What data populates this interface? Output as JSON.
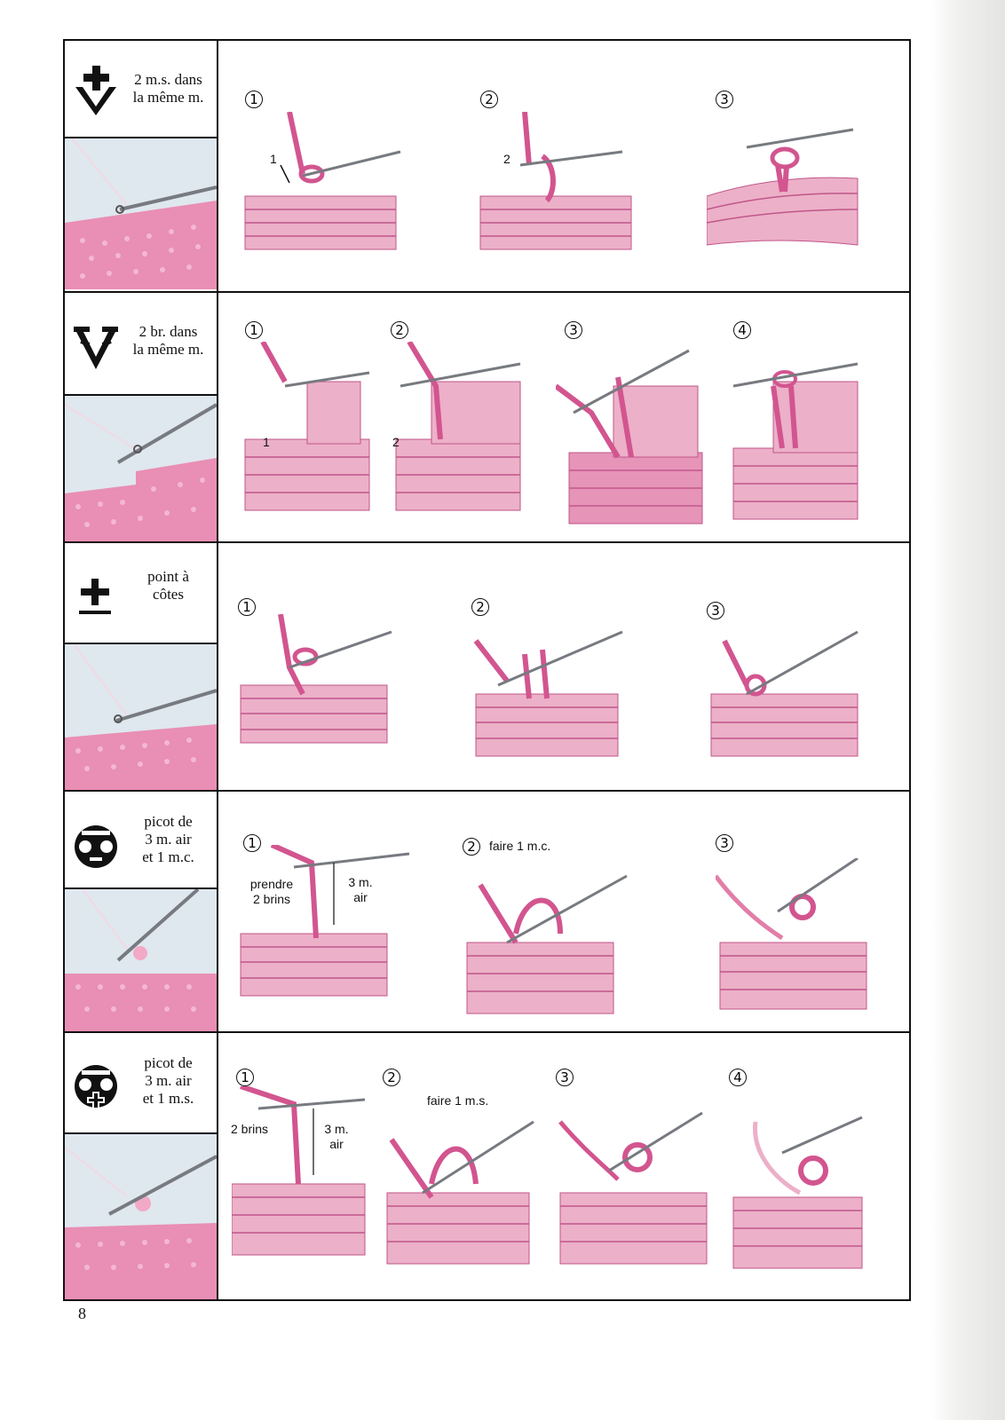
{
  "page_number": "8",
  "colors": {
    "yarn": "#d2558f",
    "yarn_light": "#ecb0c8",
    "fabric": "#e27ea8",
    "photo_bg": "#dde6ee",
    "hook": "#7a7c80"
  },
  "rows": [
    {
      "symbol_icon": "increase-dc-sc-icon",
      "label_lines": [
        "2 m.s. dans",
        "la même m."
      ],
      "steps": [
        {
          "number": "1",
          "caption": "",
          "arrow_label": "1"
        },
        {
          "number": "2",
          "caption": "",
          "arrow_label": "2"
        },
        {
          "number": "3",
          "caption": ""
        }
      ]
    },
    {
      "symbol_icon": "increase-tr-icon",
      "label_lines": [
        "2 br. dans",
        "la même m."
      ],
      "steps": [
        {
          "number": "1",
          "caption": "",
          "arrow_label": "1"
        },
        {
          "number": "2",
          "caption": "",
          "arrow_label": "2"
        },
        {
          "number": "3",
          "caption": ""
        },
        {
          "number": "4",
          "caption": ""
        }
      ]
    },
    {
      "symbol_icon": "ribbed-stitch-icon",
      "label_lines": [
        "point à",
        "côtes"
      ],
      "steps": [
        {
          "number": "1",
          "caption": ""
        },
        {
          "number": "2",
          "caption": ""
        },
        {
          "number": "3",
          "caption": ""
        }
      ]
    },
    {
      "symbol_icon": "picot-slip-stitch-icon",
      "label_lines": [
        "picot de",
        "3 m. air",
        "et 1 m.c."
      ],
      "steps": [
        {
          "number": "1",
          "caption": "",
          "note_left": [
            "prendre",
            "2 brins"
          ],
          "note_right": [
            "3 m.",
            "air"
          ]
        },
        {
          "number": "2",
          "caption": "faire 1 m.c."
        },
        {
          "number": "3",
          "caption": ""
        }
      ]
    },
    {
      "symbol_icon": "picot-single-crochet-icon",
      "label_lines": [
        "picot de",
        "3 m. air",
        "et 1 m.s."
      ],
      "steps": [
        {
          "number": "1",
          "caption": "",
          "note_left": [
            "2 brins"
          ],
          "note_right": [
            "3 m.",
            "air"
          ]
        },
        {
          "number": "2",
          "caption": "faire 1 m.s."
        },
        {
          "number": "3",
          "caption": ""
        },
        {
          "number": "4",
          "caption": ""
        }
      ]
    }
  ]
}
